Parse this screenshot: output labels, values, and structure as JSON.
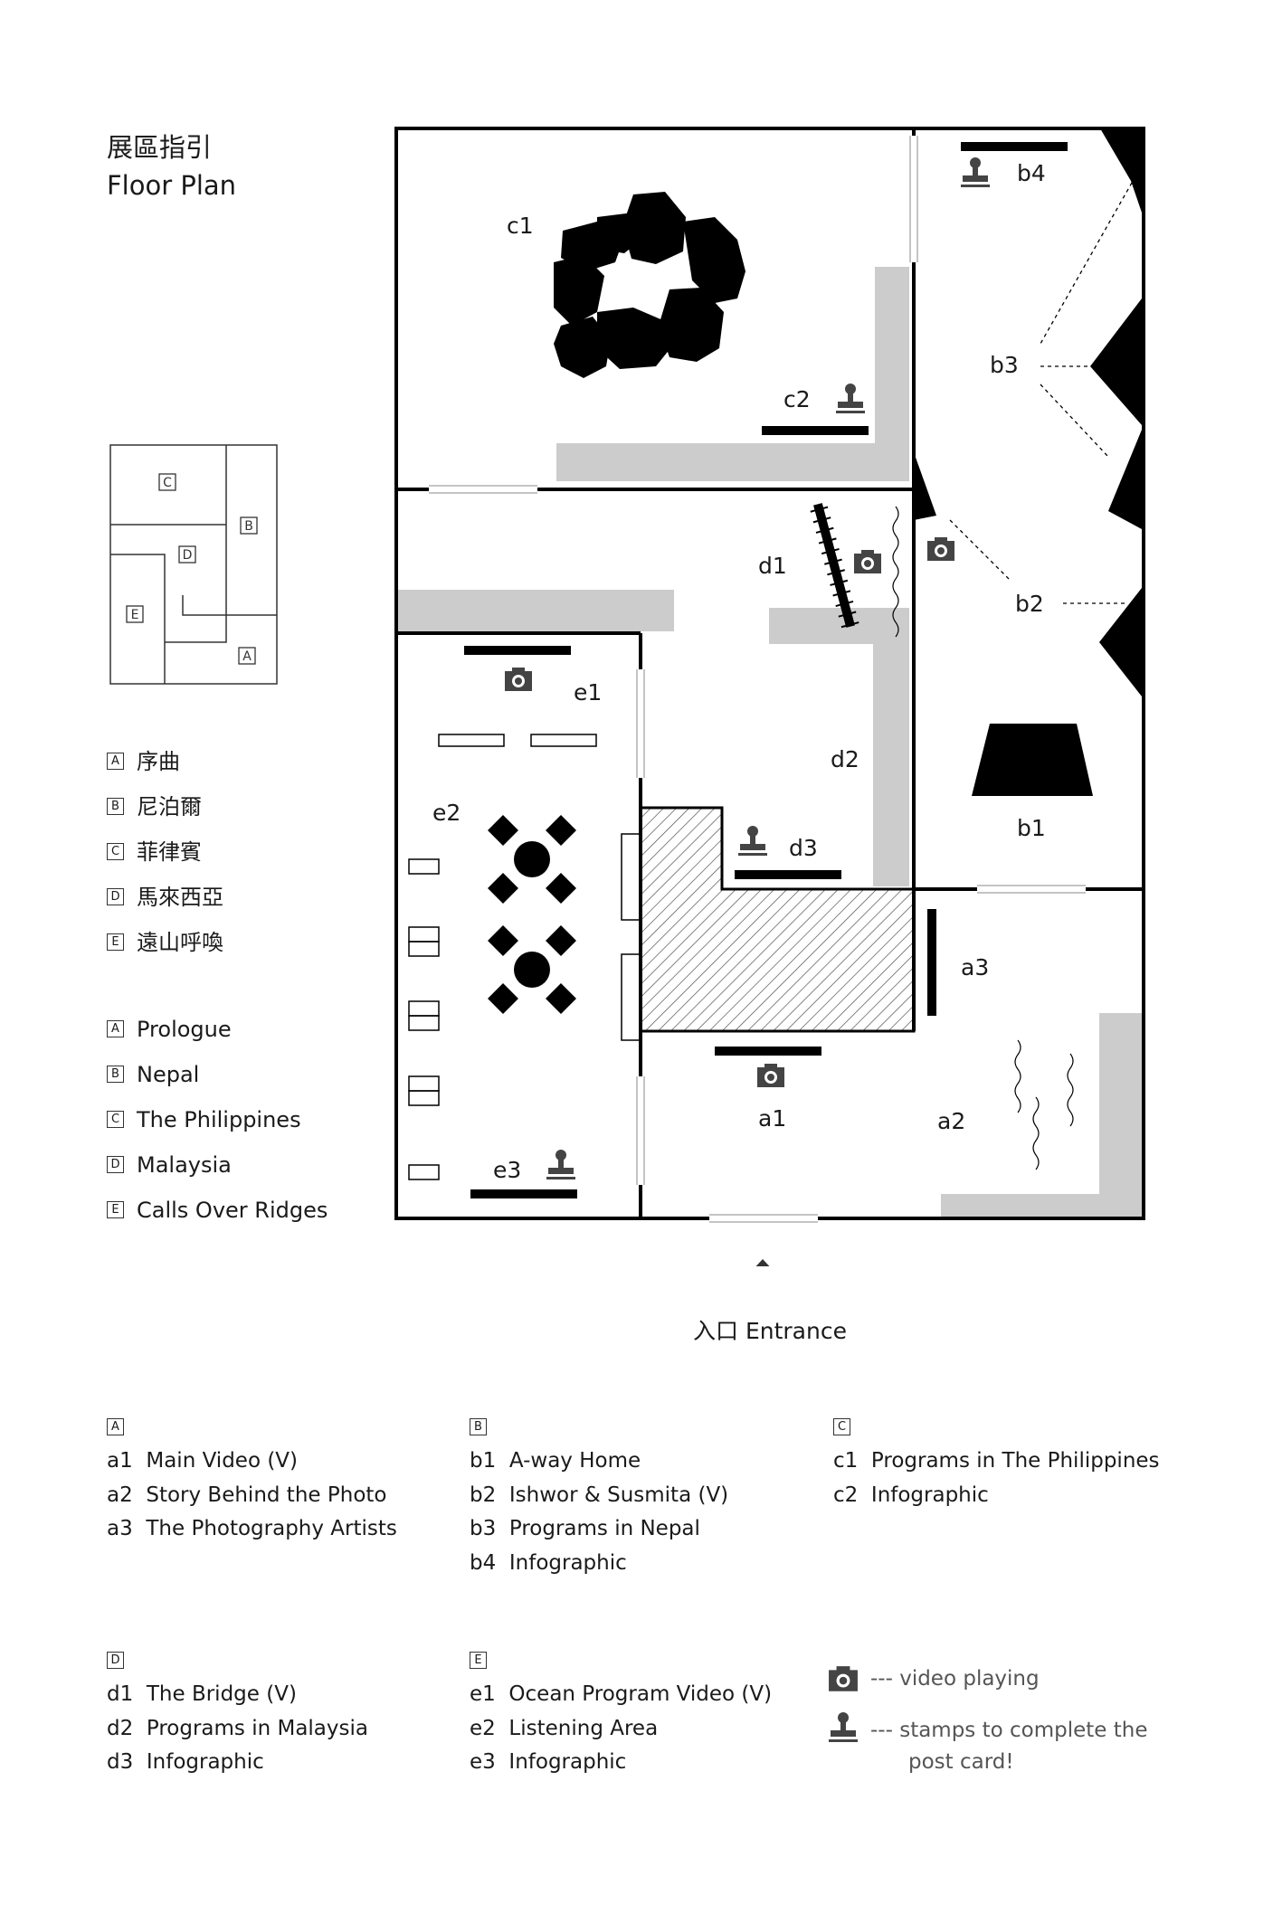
{
  "title": {
    "zh": "展區指引",
    "en": "Floor Plan"
  },
  "sections_zh": [
    {
      "code": "A",
      "name": "序曲"
    },
    {
      "code": "B",
      "name": "尼泊爾"
    },
    {
      "code": "C",
      "name": "菲律賓"
    },
    {
      "code": "D",
      "name": "馬來西亞"
    },
    {
      "code": "E",
      "name": "遠山呼喚"
    }
  ],
  "sections_en": [
    {
      "code": "A",
      "name": "Prologue"
    },
    {
      "code": "B",
      "name": "Nepal"
    },
    {
      "code": "C",
      "name": "The Philippines"
    },
    {
      "code": "D",
      "name": "Malaysia"
    },
    {
      "code": "E",
      "name": "Calls Over Ridges"
    }
  ],
  "minimap_labels": [
    "C",
    "B",
    "D",
    "E",
    "A"
  ],
  "plan_labels": [
    "c1",
    "c2",
    "b4",
    "b3",
    "b2",
    "b1",
    "d1",
    "d2",
    "d3",
    "e1",
    "e2",
    "e3",
    "a1",
    "a2",
    "a3"
  ],
  "entrance": {
    "label": "入口 Entrance"
  },
  "zones": [
    {
      "code": "A",
      "items": [
        {
          "id": "a1",
          "label": "Main Video (V)"
        },
        {
          "id": "a2",
          "label": "Story Behind the Photo"
        },
        {
          "id": "a3",
          "label": "The Photography Artists"
        }
      ]
    },
    {
      "code": "B",
      "items": [
        {
          "id": "b1",
          "label": "A-way Home"
        },
        {
          "id": "b2",
          "label": "Ishwor & Susmita (V)"
        },
        {
          "id": "b3",
          "label": "Programs in Nepal"
        },
        {
          "id": "b4",
          "label": "Infographic"
        }
      ]
    },
    {
      "code": "C",
      "items": [
        {
          "id": "c1",
          "label": "Programs in The Philippines"
        },
        {
          "id": "c2",
          "label": "Infographic"
        }
      ]
    },
    {
      "code": "D",
      "items": [
        {
          "id": "d1",
          "label": "The Bridge (V)"
        },
        {
          "id": "d2",
          "label": "Programs in Malaysia"
        },
        {
          "id": "d3",
          "label": "Infographic"
        }
      ]
    },
    {
      "code": "E",
      "items": [
        {
          "id": "e1",
          "label": "Ocean Program Video (V)"
        },
        {
          "id": "e2",
          "label": "Listening Area"
        },
        {
          "id": "e3",
          "label": "Infographic"
        }
      ]
    }
  ],
  "key": {
    "camera": {
      "icon": "camera-icon",
      "label": "--- video playing"
    },
    "stamp": {
      "icon": "stamp-icon",
      "label_line1": "--- stamps to complete the",
      "label_line2": "post card!"
    }
  },
  "colors": {
    "wall": "#000000",
    "gray_area": "#cccccc",
    "icon": "#444444"
  }
}
